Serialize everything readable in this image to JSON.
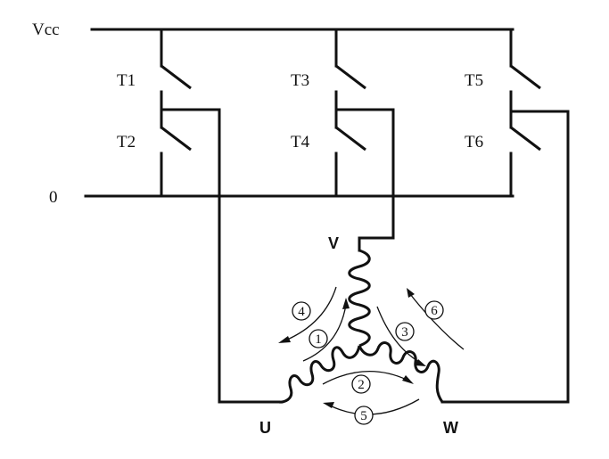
{
  "supply": {
    "vcc": "Vcc",
    "ground": "0"
  },
  "switches": [
    {
      "id": "t1",
      "label": "T1"
    },
    {
      "id": "t2",
      "label": "T2"
    },
    {
      "id": "t3",
      "label": "T3"
    },
    {
      "id": "t4",
      "label": "T4"
    },
    {
      "id": "t5",
      "label": "T5"
    },
    {
      "id": "t6",
      "label": "T6"
    }
  ],
  "phases": {
    "u": "U",
    "v": "V",
    "w": "W"
  },
  "current_paths": [
    "1",
    "2",
    "3",
    "4",
    "5",
    "6"
  ]
}
